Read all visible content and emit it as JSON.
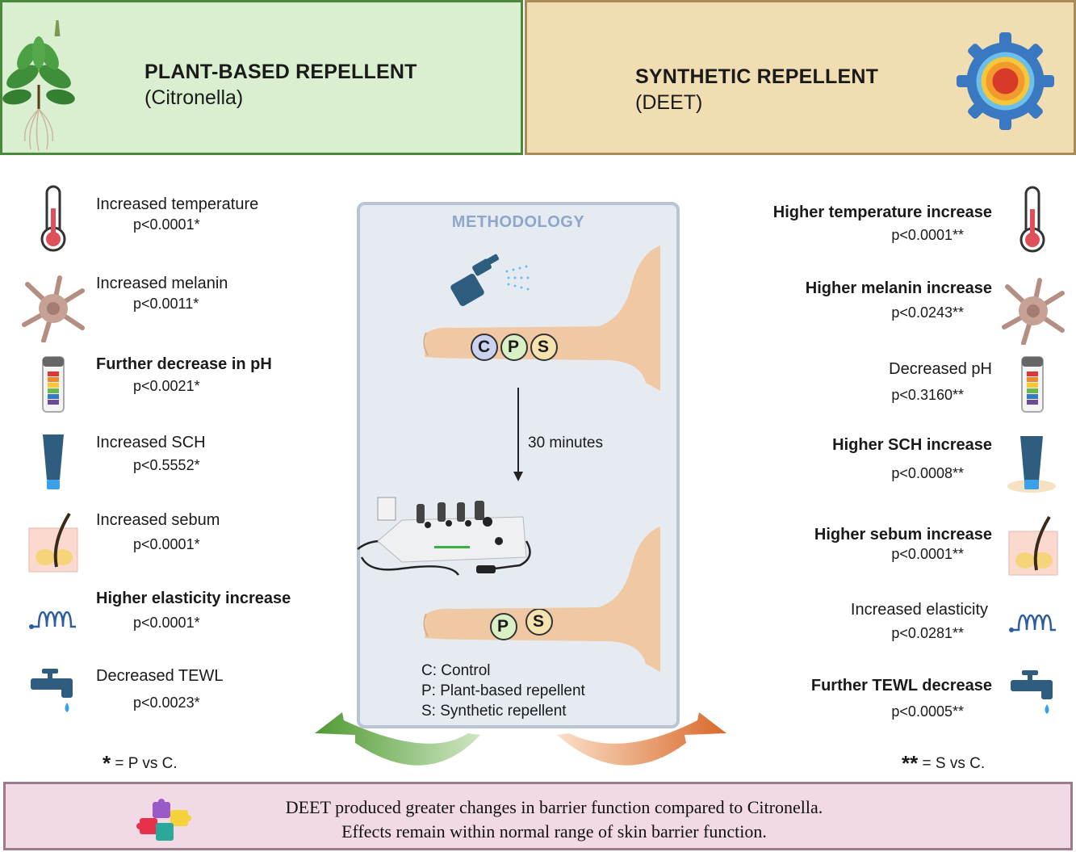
{
  "header_left": {
    "title": "PLANT-BASED REPELLENT",
    "subtitle": "(Citronella)"
  },
  "header_right": {
    "title": "SYNTHETIC REPELLENT",
    "subtitle": "(DEET)"
  },
  "left_findings": [
    {
      "label": "Increased temperature",
      "p": "p<0.0001*",
      "icon": "thermometer-icon"
    },
    {
      "label": "Increased melanin",
      "p": "p<0.0011*",
      "icon": "melanocyte-icon"
    },
    {
      "label": "Further decrease in pH",
      "p": "p<0.0021*",
      "icon": "ph-strip-icon"
    },
    {
      "label": "Increased SCH",
      "p": "p<0.5552*",
      "icon": "cream-tube-icon"
    },
    {
      "label": "Increased sebum",
      "p": "p<0.0001*",
      "icon": "sebaceous-gland-icon"
    },
    {
      "label": "Higher elasticity increase",
      "p": "p<0.0001*",
      "icon": "spring-icon"
    },
    {
      "label": "Decreased TEWL",
      "p": "p<0.0023*",
      "icon": "water-tap-icon"
    }
  ],
  "right_findings": [
    {
      "label": "Higher temperature increase",
      "p": "p<0.0001**",
      "icon": "thermometer-icon"
    },
    {
      "label": "Higher melanin increase",
      "p": "p<0.0243**",
      "icon": "melanocyte-icon"
    },
    {
      "label": "Decreased pH",
      "p": "p<0.3160**",
      "icon": "ph-strip-icon"
    },
    {
      "label": "Higher SCH increase",
      "p": "p<0.0008**",
      "icon": "cream-tube-icon"
    },
    {
      "label": "Higher sebum increase",
      "p": "p<0.0001**",
      "icon": "sebaceous-gland-icon"
    },
    {
      "label": "Increased elasticity",
      "p": "p<0.0281**",
      "icon": "spring-icon"
    },
    {
      "label": "Further TEWL decrease",
      "p": "p<0.0005**",
      "icon": "water-tap-icon"
    }
  ],
  "methodology": {
    "title": "METHODOLOGY",
    "time_label": "30 minutes",
    "sites_before": [
      "C",
      "P",
      "S"
    ],
    "sites_after": [
      "P",
      "S"
    ],
    "legend": [
      "C: Control",
      "P: Plant-based repellent",
      "S: Synthetic repellent"
    ]
  },
  "footnote_left": {
    "star": "*",
    "text": " = P vs C."
  },
  "footnote_right": {
    "star": "**",
    "text": " = S vs C."
  },
  "conclusion": [
    "DEET produced greater changes in barrier function compared to Citronella.",
    "Effects remain within normal range of skin barrier function."
  ],
  "colors": {
    "left_header_bg": "#d9efd0",
    "right_header_bg": "#f0ddb2",
    "banner_bg": "#f1d9e6",
    "methodology_title": "#8ea6cc",
    "left_arrow": "#5a9a3a",
    "right_arrow": "#e07a2a"
  }
}
